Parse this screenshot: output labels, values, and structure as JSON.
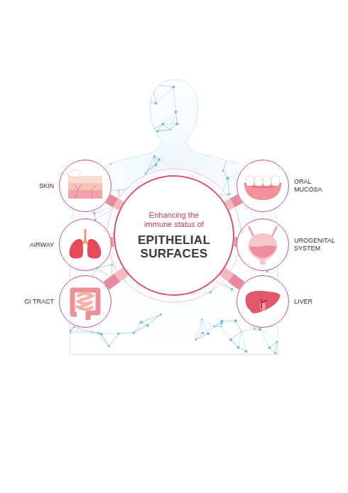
{
  "diagram": {
    "nodes": [
      {
        "text": [
          "Enhancing the immune status of",
          "EPITHELIAL SURFACES"
        ]
      },
      {
        "text": [
          "SKIN"
        ]
      },
      {
        "text": [
          "AIRWAY"
        ]
      },
      {
        "text": [
          "GI TRACT"
        ]
      },
      {
        "text": [
          "ORAL MUCOSA"
        ]
      },
      {
        "text": [
          "UROGENITAL SYSTEM"
        ]
      },
      {
        "text": [
          "LIVER"
        ]
      }
    ],
    "edges": [
      {
        "from": 1,
        "to": 0,
        "arrow": "none"
      },
      {
        "from": 2,
        "to": 0,
        "arrow": "none"
      },
      {
        "from": 3,
        "to": 0,
        "arrow": "none"
      },
      {
        "from": 4,
        "to": 0,
        "arrow": "none"
      },
      {
        "from": 5,
        "to": 0,
        "arrow": "none"
      },
      {
        "from": 6,
        "to": 0,
        "arrow": "none"
      }
    ]
  }
}
